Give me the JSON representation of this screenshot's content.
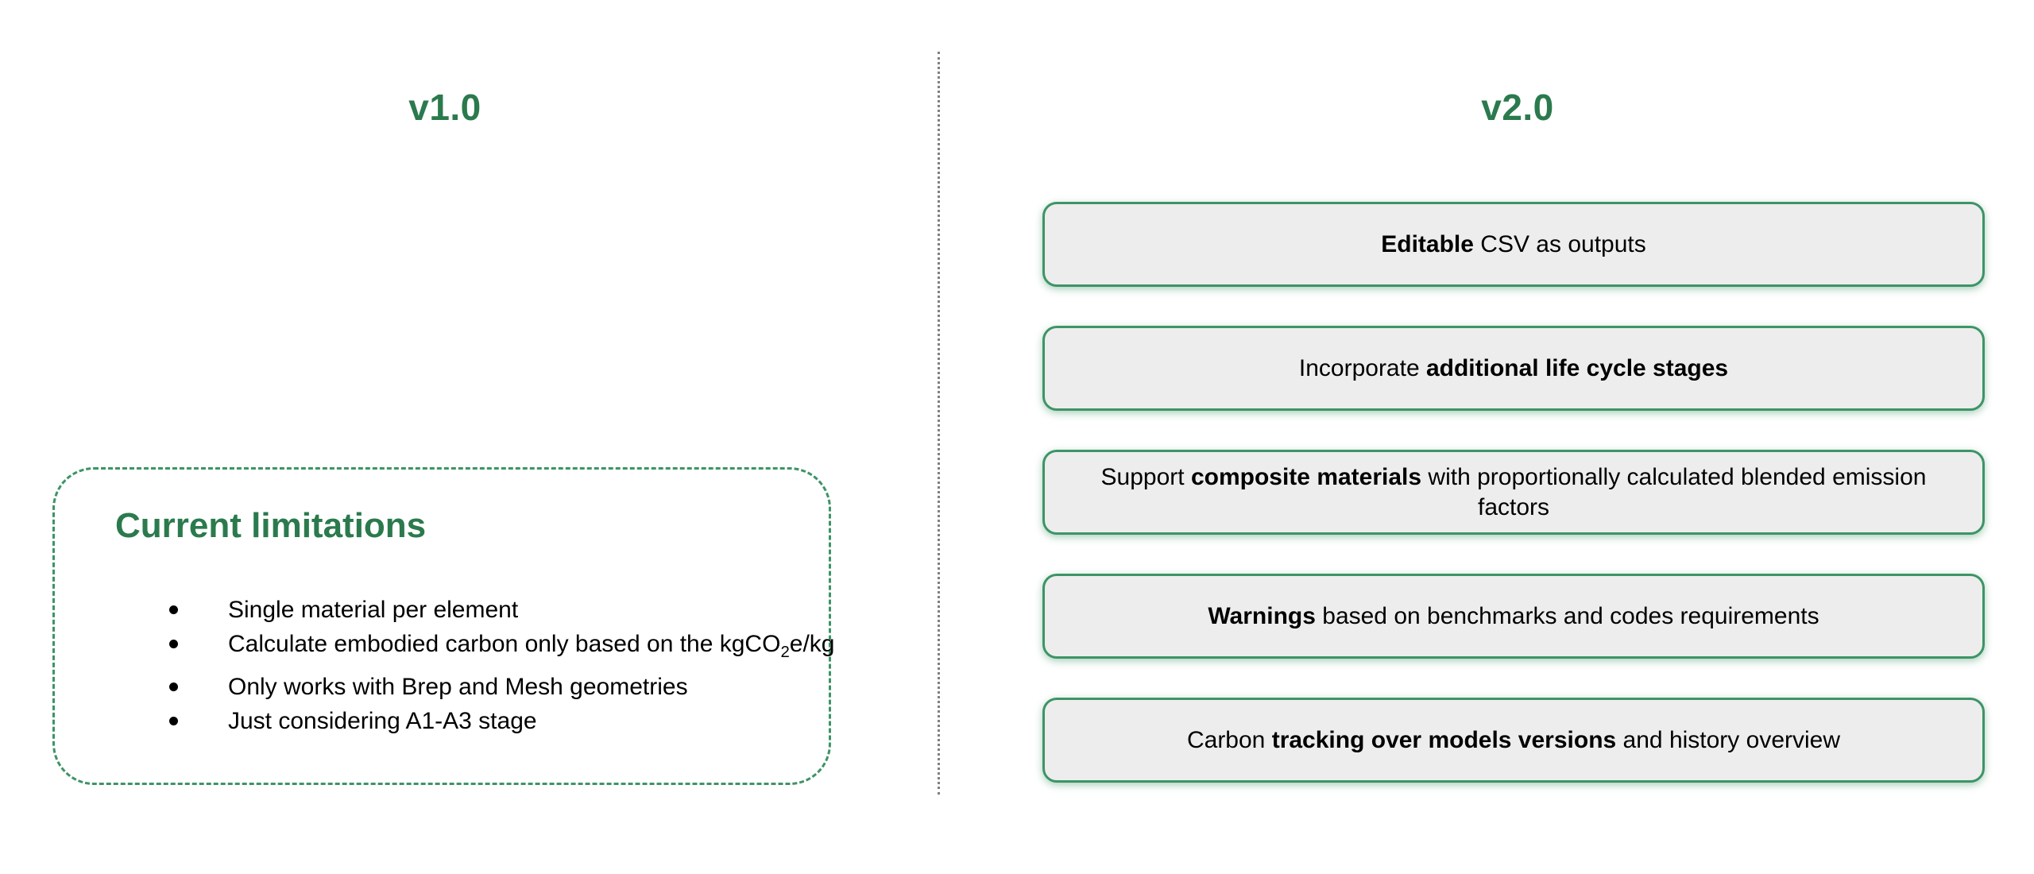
{
  "columns": {
    "left_title": "v1.0",
    "right_title": "v2.0"
  },
  "divider": {
    "style": "dotted-vertical",
    "color": "#808080"
  },
  "limitations": {
    "heading": "Current limitations",
    "border_color": "#3d9466",
    "heading_color": "#2b7a4d",
    "items": [
      {
        "text": "Single material per element"
      },
      {
        "text_before": "Calculate embodied carbon only based on the kgCO",
        "subscript": "2",
        "text_after": "e/kg"
      },
      {
        "text": "Only works with Brep and Mesh geometries"
      },
      {
        "text": "Just considering A1-A3 stage"
      }
    ]
  },
  "features": {
    "box_fill": "#ededed",
    "box_border": "#3d9466",
    "items": [
      {
        "bold_lead": "Editable",
        "rest": " CSV as outputs",
        "lead_position": "start"
      },
      {
        "prefix": "Incorporate ",
        "bold": "additional life cycle stages",
        "suffix": ""
      },
      {
        "prefix": "Support ",
        "bold": "composite materials",
        "suffix": " with proportionally calculated blended emission factors"
      },
      {
        "prefix": "",
        "bold": "Warnings",
        "suffix": " based on benchmarks and codes requirements"
      },
      {
        "prefix": "Carbon ",
        "bold": "tracking over models versions",
        "suffix": " and history overview"
      }
    ]
  }
}
